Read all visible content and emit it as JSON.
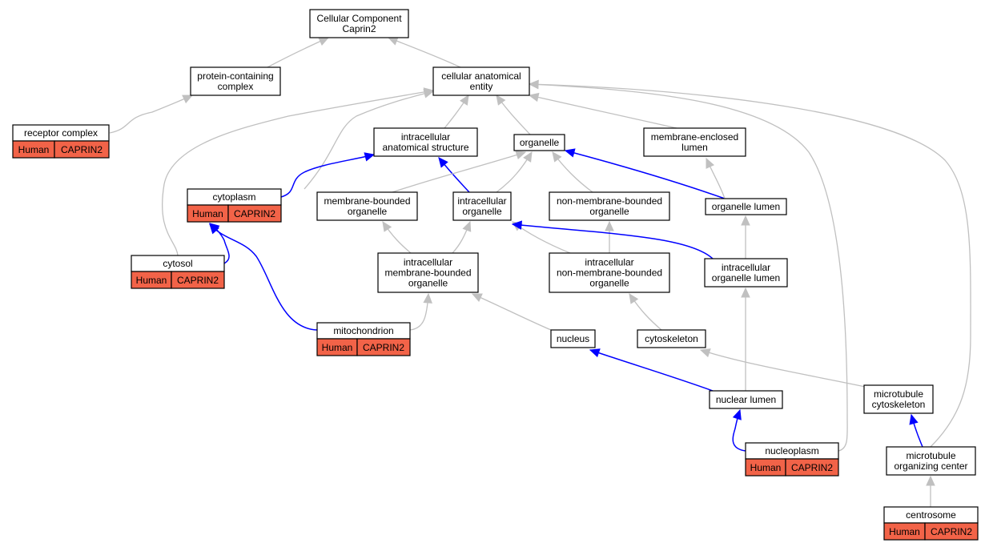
{
  "graph": {
    "nodes": {
      "root": {
        "lines": [
          "Cellular Component",
          "Caprin2"
        ]
      },
      "protein_complex": {
        "lines": [
          "protein-containing",
          "complex"
        ]
      },
      "cellular_entity": {
        "lines": [
          "cellular anatomical",
          "entity"
        ]
      },
      "receptor_complex": {
        "lines": [
          "receptor complex"
        ],
        "annotation": [
          "Human",
          "CAPRIN2"
        ]
      },
      "intracellular_structure": {
        "lines": [
          "intracellular",
          "anatomical structure"
        ]
      },
      "organelle": {
        "lines": [
          "organelle"
        ]
      },
      "membrane_enclosed_lumen": {
        "lines": [
          "membrane-enclosed",
          "lumen"
        ]
      },
      "cytoplasm": {
        "lines": [
          "cytoplasm"
        ],
        "annotation": [
          "Human",
          "CAPRIN2"
        ]
      },
      "membrane_bounded": {
        "lines": [
          "membrane-bounded",
          "organelle"
        ]
      },
      "intracellular_organelle": {
        "lines": [
          "intracellular",
          "organelle"
        ]
      },
      "non_membrane_bounded": {
        "lines": [
          "non-membrane-bounded",
          "organelle"
        ]
      },
      "organelle_lumen": {
        "lines": [
          "organelle lumen"
        ]
      },
      "cytosol": {
        "lines": [
          "cytosol"
        ],
        "annotation": [
          "Human",
          "CAPRIN2"
        ]
      },
      "ic_membrane_bounded": {
        "lines": [
          "intracellular",
          "membrane-bounded",
          "organelle"
        ]
      },
      "ic_non_membrane_bounded": {
        "lines": [
          "intracellular",
          "non-membrane-bounded",
          "organelle"
        ]
      },
      "ic_organelle_lumen": {
        "lines": [
          "intracellular",
          "organelle lumen"
        ]
      },
      "mitochondrion": {
        "lines": [
          "mitochondrion"
        ],
        "annotation": [
          "Human",
          "CAPRIN2"
        ]
      },
      "nucleus": {
        "lines": [
          "nucleus"
        ]
      },
      "cytoskeleton": {
        "lines": [
          "cytoskeleton"
        ]
      },
      "nuclear_lumen": {
        "lines": [
          "nuclear lumen"
        ]
      },
      "microtubule_cytoskeleton": {
        "lines": [
          "microtubule",
          "cytoskeleton"
        ]
      },
      "nucleoplasm": {
        "lines": [
          "nucleoplasm"
        ],
        "annotation": [
          "Human",
          "CAPRIN2"
        ]
      },
      "mtoc": {
        "lines": [
          "microtubule",
          "organizing center"
        ]
      },
      "centrosome": {
        "lines": [
          "centrosome"
        ],
        "annotation": [
          "Human",
          "CAPRIN2"
        ]
      }
    },
    "edges": [
      {
        "from": "protein_complex",
        "to": "root",
        "type": "is_a"
      },
      {
        "from": "cellular_entity",
        "to": "root",
        "type": "is_a"
      },
      {
        "from": "receptor_complex",
        "to": "protein_complex",
        "type": "is_a"
      },
      {
        "from": "intracellular_structure",
        "to": "cellular_entity",
        "type": "is_a"
      },
      {
        "from": "organelle",
        "to": "cellular_entity",
        "type": "is_a"
      },
      {
        "from": "membrane_enclosed_lumen",
        "to": "cellular_entity",
        "type": "is_a"
      },
      {
        "from": "cytoplasm",
        "to": "cellular_entity",
        "type": "is_a"
      },
      {
        "from": "cytosol",
        "to": "cellular_entity",
        "type": "is_a"
      },
      {
        "from": "nucleoplasm",
        "to": "cellular_entity",
        "type": "is_a"
      },
      {
        "from": "mtoc",
        "to": "cellular_entity",
        "type": "is_a"
      },
      {
        "from": "cytoplasm",
        "to": "intracellular_structure",
        "type": "part_of"
      },
      {
        "from": "intracellular_organelle",
        "to": "intracellular_structure",
        "type": "part_of"
      },
      {
        "from": "membrane_bounded",
        "to": "organelle",
        "type": "is_a"
      },
      {
        "from": "intracellular_organelle",
        "to": "organelle",
        "type": "is_a"
      },
      {
        "from": "non_membrane_bounded",
        "to": "organelle",
        "type": "is_a"
      },
      {
        "from": "organelle_lumen",
        "to": "organelle",
        "type": "part_of"
      },
      {
        "from": "organelle_lumen",
        "to": "membrane_enclosed_lumen",
        "type": "is_a"
      },
      {
        "from": "cytosol",
        "to": "cytoplasm",
        "type": "part_of"
      },
      {
        "from": "mitochondrion",
        "to": "cytoplasm",
        "type": "part_of"
      },
      {
        "from": "ic_membrane_bounded",
        "to": "membrane_bounded",
        "type": "is_a"
      },
      {
        "from": "ic_membrane_bounded",
        "to": "intracellular_organelle",
        "type": "is_a"
      },
      {
        "from": "ic_non_membrane_bounded",
        "to": "intracellular_organelle",
        "type": "is_a"
      },
      {
        "from": "ic_non_membrane_bounded",
        "to": "non_membrane_bounded",
        "type": "is_a"
      },
      {
        "from": "ic_organelle_lumen",
        "to": "intracellular_organelle",
        "type": "part_of"
      },
      {
        "from": "ic_organelle_lumen",
        "to": "organelle_lumen",
        "type": "is_a"
      },
      {
        "from": "mitochondrion",
        "to": "ic_membrane_bounded",
        "type": "is_a"
      },
      {
        "from": "nucleus",
        "to": "ic_membrane_bounded",
        "type": "is_a"
      },
      {
        "from": "cytoskeleton",
        "to": "ic_non_membrane_bounded",
        "type": "is_a"
      },
      {
        "from": "nuclear_lumen",
        "to": "nucleus",
        "type": "part_of"
      },
      {
        "from": "nuclear_lumen",
        "to": "ic_organelle_lumen",
        "type": "is_a"
      },
      {
        "from": "microtubule_cytoskeleton",
        "to": "cytoskeleton",
        "type": "is_a"
      },
      {
        "from": "nucleoplasm",
        "to": "nuclear_lumen",
        "type": "part_of"
      },
      {
        "from": "mtoc",
        "to": "microtubule_cytoskeleton",
        "type": "part_of"
      },
      {
        "from": "centrosome",
        "to": "mtoc",
        "type": "is_a"
      }
    ],
    "colors": {
      "is_a": "#c0c0c0",
      "part_of": "#0000ff",
      "annotation_fill": "#f26348",
      "node_border": "#000000"
    }
  }
}
